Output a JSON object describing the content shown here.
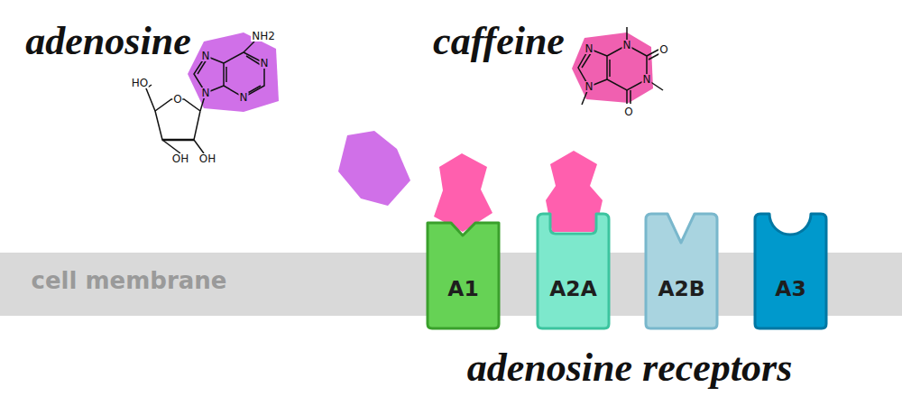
{
  "diagram": {
    "nodes": [
      {
        "text": [
          "A1"
        ]
      },
      {
        "text": [
          "A2A"
        ]
      },
      {
        "text": [
          "A2B"
        ]
      },
      {
        "text": [
          "A3"
        ]
      }
    ],
    "labels": [
      "adenosine",
      "NH2",
      "N",
      "N",
      "N",
      "N",
      "O",
      "HO",
      "OH",
      "OH",
      "caffeine",
      "N",
      "N",
      "N",
      "N",
      "O",
      "O",
      "cell membrane",
      "adenosine receptors"
    ]
  }
}
